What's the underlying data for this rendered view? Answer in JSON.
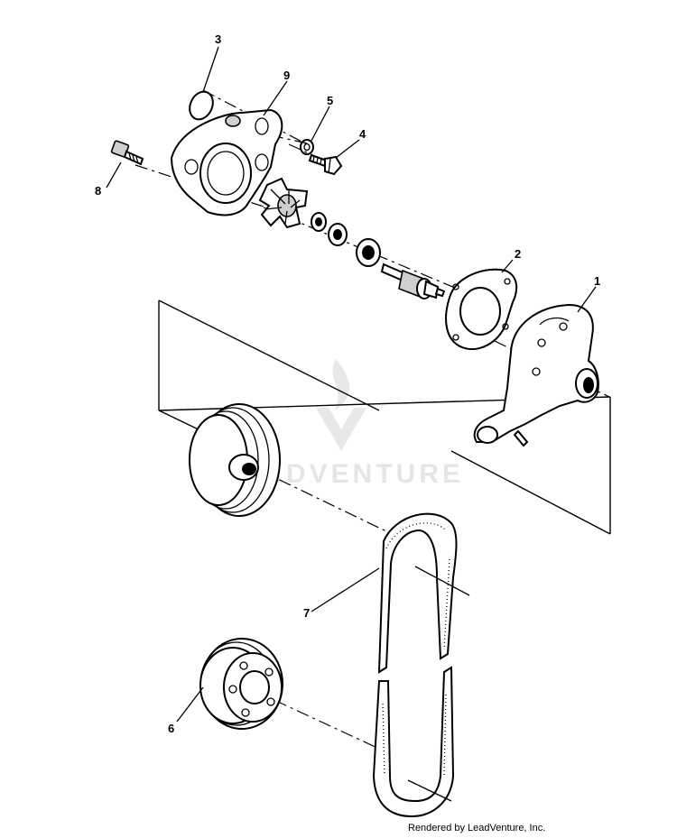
{
  "watermark": {
    "text": "LEADVENTURE"
  },
  "footer": {
    "text": "Rendered by LeadVenture, Inc."
  },
  "callouts": [
    {
      "id": "1",
      "label": "1",
      "part": "water-pump-body"
    },
    {
      "id": "2",
      "label": "2",
      "part": "pump-gasket"
    },
    {
      "id": "3",
      "label": "3",
      "part": "o-ring"
    },
    {
      "id": "4",
      "label": "4",
      "part": "bolt"
    },
    {
      "id": "5",
      "label": "5",
      "part": "washer"
    },
    {
      "id": "6",
      "label": "6",
      "part": "crankshaft-pulley"
    },
    {
      "id": "7",
      "label": "7",
      "part": "v-belt"
    },
    {
      "id": "8",
      "label": "8",
      "part": "flange-bolt"
    },
    {
      "id": "9",
      "label": "9",
      "part": "pump-cover"
    }
  ],
  "colors": {
    "ink": "#000000",
    "background": "#ffffff",
    "watermark": "#e3e3e3"
  }
}
